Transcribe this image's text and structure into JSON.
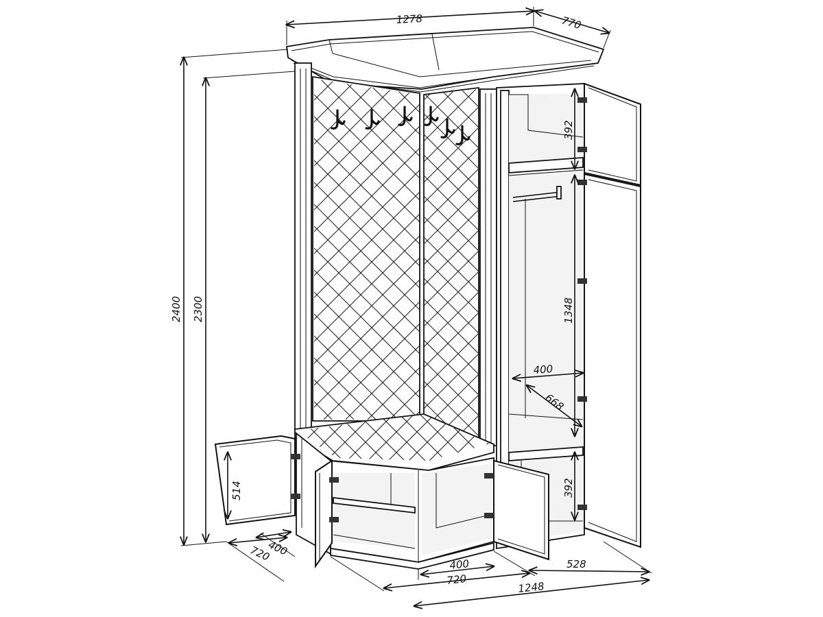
{
  "dimensions": {
    "total_width": "1278",
    "depth_top": "770",
    "height_total": "2400",
    "height_body": "2300",
    "upper_door": "392",
    "long_door": "1348",
    "lower_right_door": "392",
    "lower_left_door": "514",
    "rod_width": "400",
    "rod_depth": "668",
    "left_depth_a": "400",
    "left_depth_b": "720",
    "base_mid_a": "400",
    "base_mid_b": "720",
    "base_right": "528",
    "base_total": "1248"
  }
}
